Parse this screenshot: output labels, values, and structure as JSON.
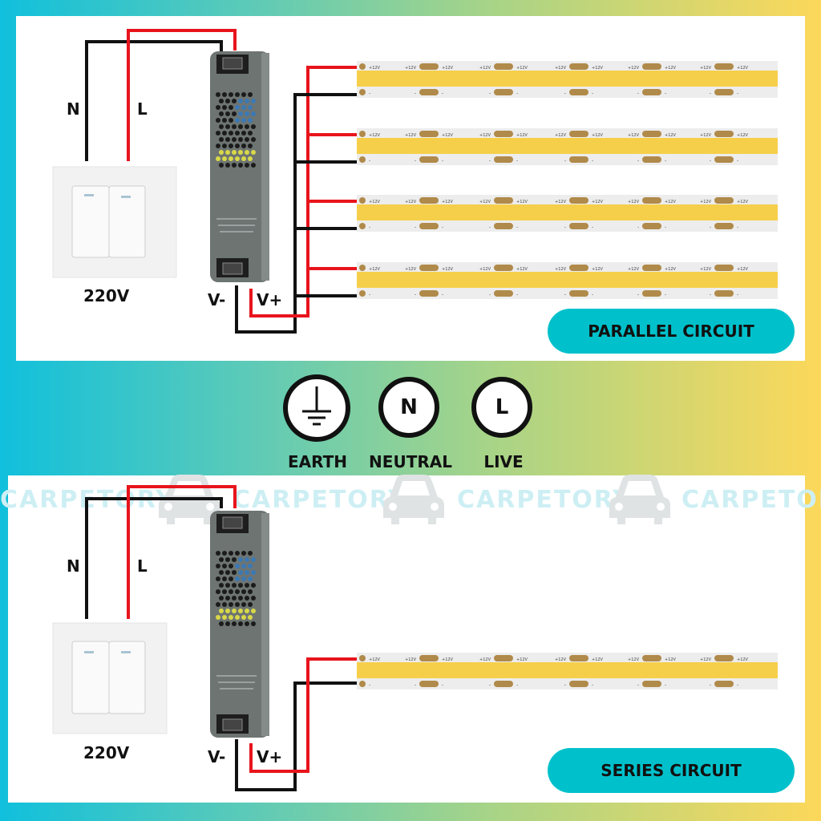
{
  "colors": {
    "live_wire": "#e8141c",
    "neutral_wire": "#111111",
    "pill": "#00c1cb",
    "strip_led": "#f6cf4a",
    "strip_pad": "#b08a4a"
  },
  "top_panel": {
    "wire_labels": {
      "neutral": "N",
      "live": "L"
    },
    "switch_voltage": "220V",
    "psu_outputs": {
      "negative": "V-",
      "positive": "V+"
    },
    "strip_marks": {
      "positive": "+12V",
      "negative": "-"
    },
    "strip_count": 4,
    "circuit_label": "PARALLEL CIRCUIT"
  },
  "legend": {
    "items": [
      {
        "symbol": "earth-icon",
        "glyph": "",
        "label": "EARTH"
      },
      {
        "symbol": "neutral-icon",
        "glyph": "N",
        "label": "NEUTRAL"
      },
      {
        "symbol": "live-icon",
        "glyph": "L",
        "label": "LIVE"
      }
    ]
  },
  "bottom_panel": {
    "watermark": "CARPETORY",
    "wire_labels": {
      "neutral": "N",
      "live": "L"
    },
    "switch_voltage": "220V",
    "psu_outputs": {
      "negative": "V-",
      "positive": "V+"
    },
    "strip_marks": {
      "positive": "+12V",
      "negative": "-"
    },
    "strip_count": 1,
    "circuit_label": "SERIES CIRCUIT"
  }
}
